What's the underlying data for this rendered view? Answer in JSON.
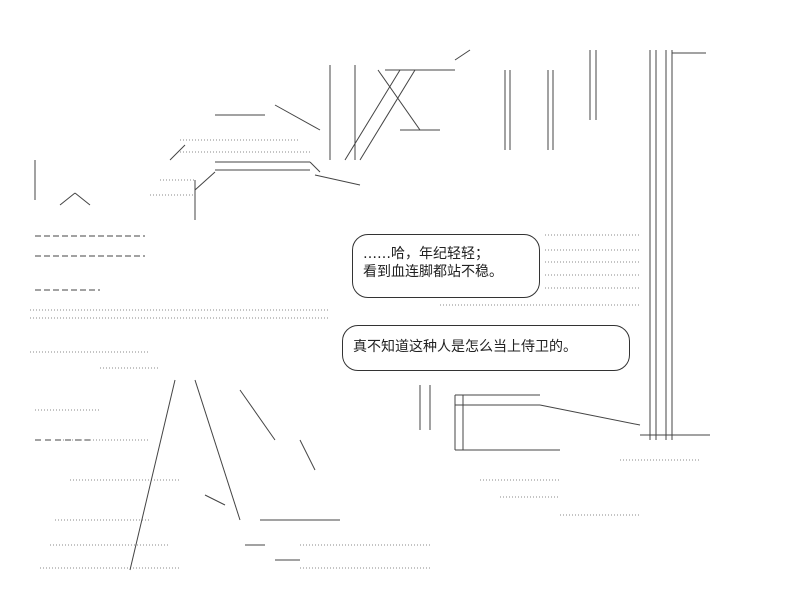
{
  "speech_bubbles": [
    {
      "lines": [
        "……哈，年纪轻轻；",
        "看到血连脚都站不稳。"
      ]
    },
    {
      "lines": [
        "真不知道这种人是怎么当上侍卫的。"
      ]
    }
  ],
  "colors": {
    "ink": "#333333",
    "background": "#ffffff"
  }
}
